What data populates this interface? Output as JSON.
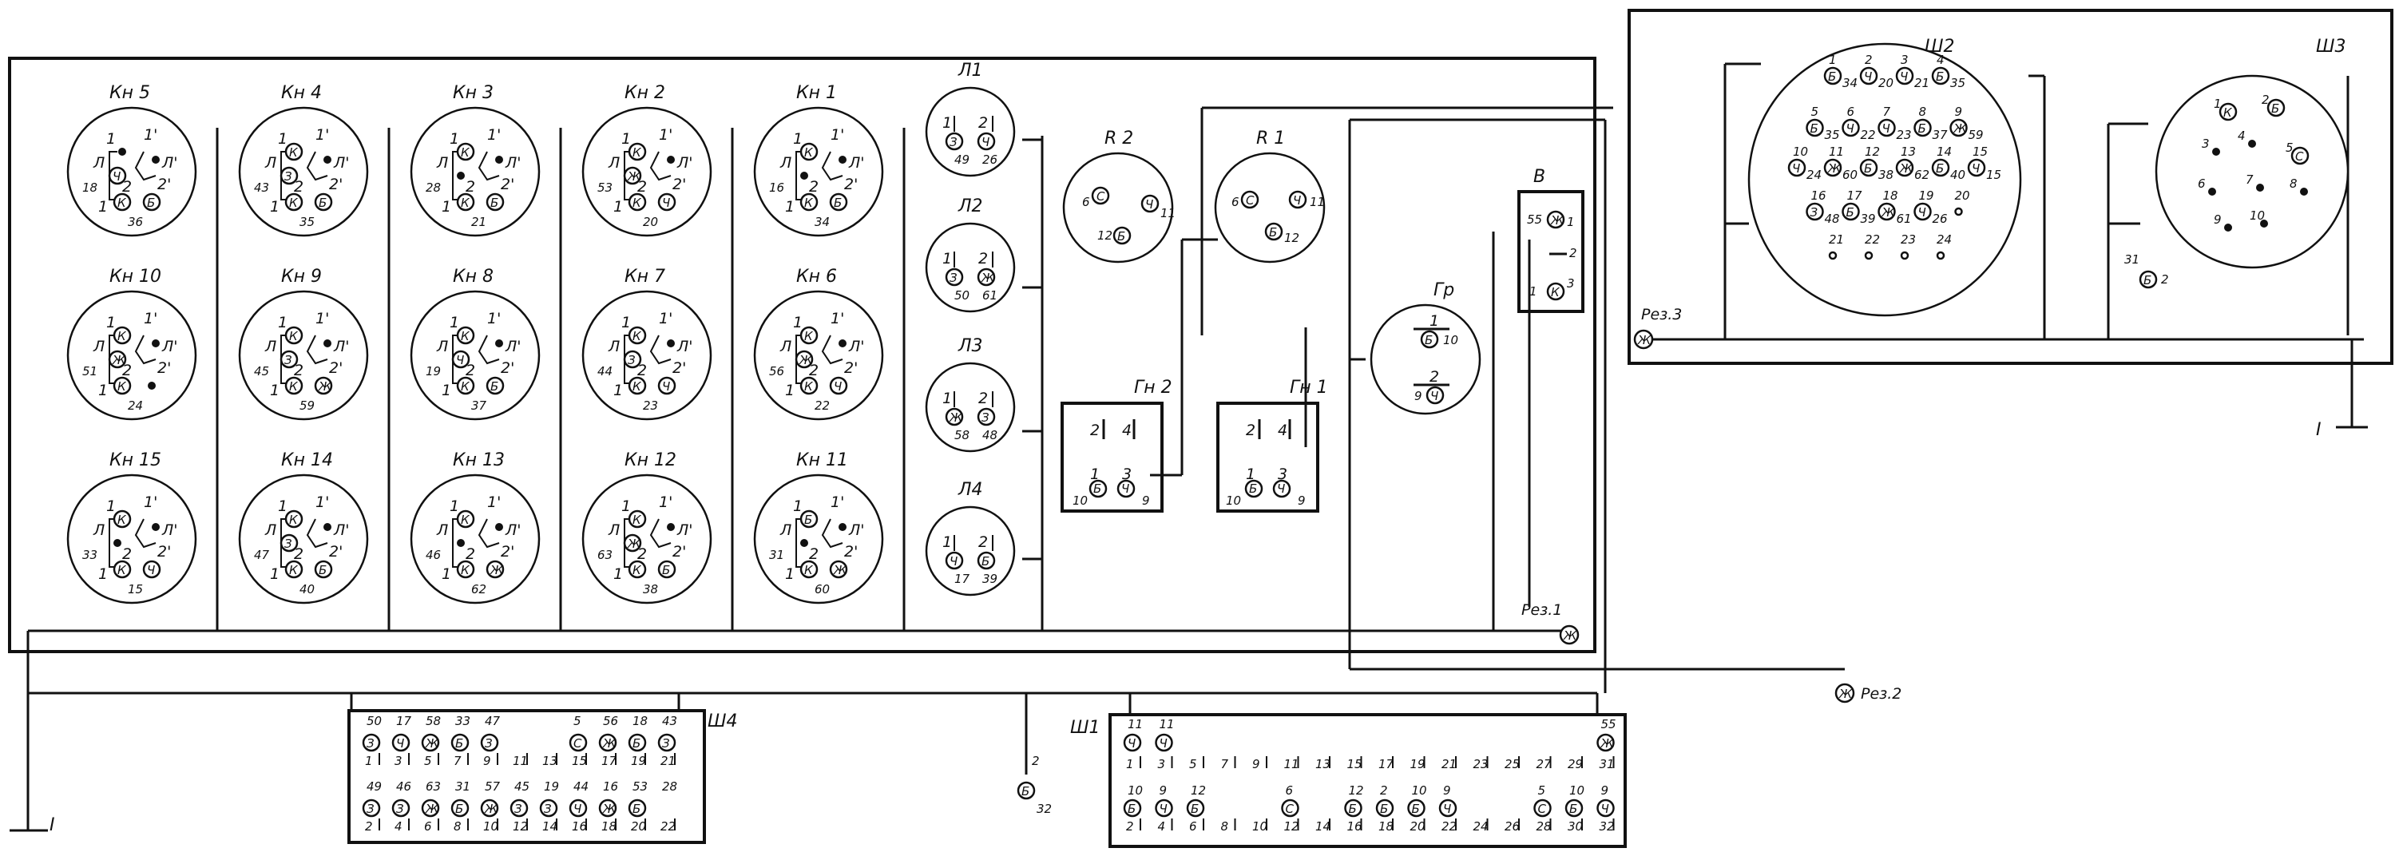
{
  "connectors": {
    "sh4": {
      "title": "Ш4",
      "top_wires": [
        "50",
        "17",
        "58",
        "33",
        "47",
        "",
        "",
        "5",
        "56",
        "18",
        "43"
      ],
      "top_colors": [
        "З",
        "Ч",
        "Ж",
        "Б",
        "З",
        "",
        "",
        "С",
        "Ж",
        "Б",
        "З"
      ],
      "top_pins": [
        "1",
        "3",
        "5",
        "7",
        "9",
        "11",
        "13",
        "15",
        "17",
        "19",
        "21"
      ],
      "bot_wires": [
        "49",
        "46",
        "63",
        "31",
        "57",
        "45",
        "19",
        "44",
        "16",
        "53",
        "28"
      ],
      "bot_colors": [
        "З",
        "З",
        "Ж",
        "Б",
        "Ж",
        "З",
        "З",
        "Ч",
        "Ж",
        "Б",
        ""
      ],
      "bot_pins": [
        "2",
        "4",
        "6",
        "8",
        "10",
        "12",
        "14",
        "16",
        "18",
        "20",
        "22"
      ]
    },
    "sh1": {
      "title": "Ш1",
      "top_wires": [
        "11",
        "11",
        "",
        "",
        "",
        "",
        "",
        "",
        "",
        "",
        "",
        "",
        "",
        "",
        "",
        "55"
      ],
      "top_colors": [
        "Ч",
        "Ч",
        "",
        "",
        "",
        "",
        "",
        "",
        "",
        "",
        "",
        "",
        "",
        "",
        "",
        "Ж"
      ],
      "top_pins": [
        "1",
        "3",
        "5",
        "7",
        "9",
        "11",
        "13",
        "15",
        "17",
        "19",
        "21",
        "23",
        "25",
        "27",
        "29",
        "31"
      ],
      "bot_wires": [
        "10",
        "9",
        "12",
        "",
        "",
        "6",
        "",
        "12",
        "2",
        "10",
        "9",
        "",
        "",
        "5",
        "10",
        "9"
      ],
      "bot_colors": [
        "Б",
        "Ч",
        "Б",
        "",
        "",
        "С",
        "",
        "Б",
        "Б",
        "Б",
        "Ч",
        "",
        "",
        "С",
        "Б",
        "Ч"
      ],
      "bot_pins": [
        "2",
        "4",
        "6",
        "8",
        "10",
        "12",
        "14",
        "16",
        "18",
        "20",
        "22",
        "24",
        "26",
        "28",
        "30",
        "32"
      ]
    },
    "sh2": {
      "title": "Ш2",
      "pins": [
        {
          "p": "4",
          "w": "35",
          "c": "Б"
        },
        {
          "p": "3",
          "w": "21",
          "c": "Ч"
        },
        {
          "p": "2",
          "w": "20",
          "c": "Ч"
        },
        {
          "p": "1",
          "w": "34",
          "c": "Б"
        },
        {
          "p": "9",
          "w": "59",
          "c": "Ж"
        },
        {
          "p": "8",
          "w": "37",
          "c": "Б"
        },
        {
          "p": "7",
          "w": "23",
          "c": "Ч"
        },
        {
          "p": "6",
          "w": "22",
          "c": "Ч"
        },
        {
          "p": "5",
          "w": "35",
          "c": "Б"
        },
        {
          "p": "15",
          "w": "15",
          "c": "Ч"
        },
        {
          "p": "14",
          "w": "40",
          "c": "Б"
        },
        {
          "p": "13",
          "w": "62",
          "c": "Ж"
        },
        {
          "p": "12",
          "w": "38",
          "c": "Б"
        },
        {
          "p": "11",
          "w": "60",
          "c": "Ж"
        },
        {
          "p": "10",
          "w": "24",
          "c": "Ч"
        },
        {
          "p": "20",
          "w": "",
          "c": ""
        },
        {
          "p": "19",
          "w": "26",
          "c": "Ч"
        },
        {
          "p": "18",
          "w": "61",
          "c": "Ж"
        },
        {
          "p": "17",
          "w": "39",
          "c": "Б"
        },
        {
          "p": "16",
          "w": "48",
          "c": "З"
        },
        {
          "p": "24",
          "w": "",
          "c": ""
        },
        {
          "p": "23",
          "w": "",
          "c": ""
        },
        {
          "p": "22",
          "w": "",
          "c": ""
        },
        {
          "p": "21",
          "w": "",
          "c": ""
        }
      ]
    },
    "sh3": {
      "title": "Ш3",
      "pins": [
        "1",
        "2",
        "3",
        "4",
        "5",
        "6",
        "7",
        "8",
        "9",
        "10"
      ],
      "colored": [
        {
          "p": "5",
          "c": "С"
        },
        {
          "p": "1",
          "c": "К"
        },
        {
          "p": "2",
          "c": "Б"
        }
      ]
    }
  },
  "buttons": [
    {
      "title": "Кн 5",
      "w18": "18",
      "w36": "36",
      "c1": "",
      "c2": "Ч",
      "c3": "К",
      "c4": "Б",
      "left": "18",
      "bot": "36"
    },
    {
      "title": "Кн 4",
      "c1": "К",
      "c2": "З",
      "c3": "К",
      "c4": "Б",
      "left": "43",
      "bot": "35"
    },
    {
      "title": "Кн 3",
      "c1": "К",
      "c2": "",
      "c3": "К",
      "c4": "Б",
      "left": "28",
      "bot": "21"
    },
    {
      "title": "Кн 2",
      "c1": "К",
      "c2": "Ж",
      "c3": "К",
      "c4": "Ч",
      "left": "53",
      "bot": "20"
    },
    {
      "title": "Кн 1",
      "c1": "К",
      "c2": "",
      "c3": "К",
      "c4": "Б",
      "left": "16",
      "bot": "34"
    },
    {
      "title": "Кн 10",
      "c1": "К",
      "c2": "Ж",
      "c3": "К",
      "c4": "",
      "left": "51",
      "bot": "24"
    },
    {
      "title": "Кн 9",
      "c1": "К",
      "c2": "З",
      "c3": "К",
      "c4": "Ж",
      "left": "45",
      "bot": "59"
    },
    {
      "title": "Кн 8",
      "c1": "К",
      "c2": "Ч",
      "c3": "К",
      "c4": "Б",
      "left": "19",
      "bot": "37"
    },
    {
      "title": "Кн 7",
      "c1": "К",
      "c2": "З",
      "c3": "К",
      "c4": "Ч",
      "left": "44",
      "bot": "23"
    },
    {
      "title": "Кн 6",
      "c1": "К",
      "c2": "Ж",
      "c3": "К",
      "c4": "Ч",
      "left": "56",
      "bot": "22"
    },
    {
      "title": "Кн 15",
      "c1": "К",
      "c2": "",
      "c3": "К",
      "c4": "Ч",
      "left": "33",
      "bot": "15"
    },
    {
      "title": "Кн 14",
      "c1": "К",
      "c2": "З",
      "c3": "К",
      "c4": "Б",
      "left": "47",
      "bot": "40"
    },
    {
      "title": "Кн 13",
      "c1": "К",
      "c2": "",
      "c3": "К",
      "c4": "Ж",
      "left": "46",
      "bot": "62"
    },
    {
      "title": "Кн 12",
      "c1": "К",
      "c2": "Ж",
      "c3": "К",
      "c4": "Б",
      "left": "63",
      "bot": "38"
    },
    {
      "title": "Кн 11",
      "c1": "Б",
      "c2": "",
      "c3": "К",
      "c4": "Ж",
      "left": "31",
      "bot": "60"
    }
  ],
  "lamps": [
    {
      "title": "Л1",
      "a": "З",
      "b": "Ч",
      "wa": "49",
      "wb": "26"
    },
    {
      "title": "Л2",
      "a": "З",
      "b": "Ж",
      "wa": "50",
      "wb": "61"
    },
    {
      "title": "Л3",
      "a": "Ж",
      "b": "З",
      "wa": "58",
      "wb": "48"
    },
    {
      "title": "Л4",
      "a": "Ч",
      "b": "Б",
      "wa": "17",
      "wb": "39"
    }
  ],
  "relays": [
    {
      "title": "R 2",
      "c6": "С",
      "c3": "Ч",
      "c12": "Б",
      "w6": "6",
      "w11": "11",
      "w12": "12"
    },
    {
      "title": "R 1",
      "c6": "С",
      "c3": "Ч",
      "c12": "Б",
      "w6": "6",
      "w11": "11",
      "w12": "12"
    }
  ],
  "gn": [
    {
      "title": "Гн 2",
      "w10": "10",
      "w9": "9"
    },
    {
      "title": "Гн 1",
      "w10": "10",
      "w9": "9"
    }
  ],
  "gr": {
    "title": "Гр",
    "p1": "1",
    "w10": "10",
    "p2": "2",
    "w9": "9"
  },
  "v_switch": {
    "title": "В",
    "w55": "55",
    "p1": "1",
    "p2": "2",
    "p3": "3"
  },
  "labels": {
    "rez1": "Рез.1",
    "rez2": "Рез.2",
    "rez3": "Рез.3",
    "ground": "I",
    "w32": "32",
    "w2": "2",
    "w31": "31",
    "w2b": "2"
  }
}
